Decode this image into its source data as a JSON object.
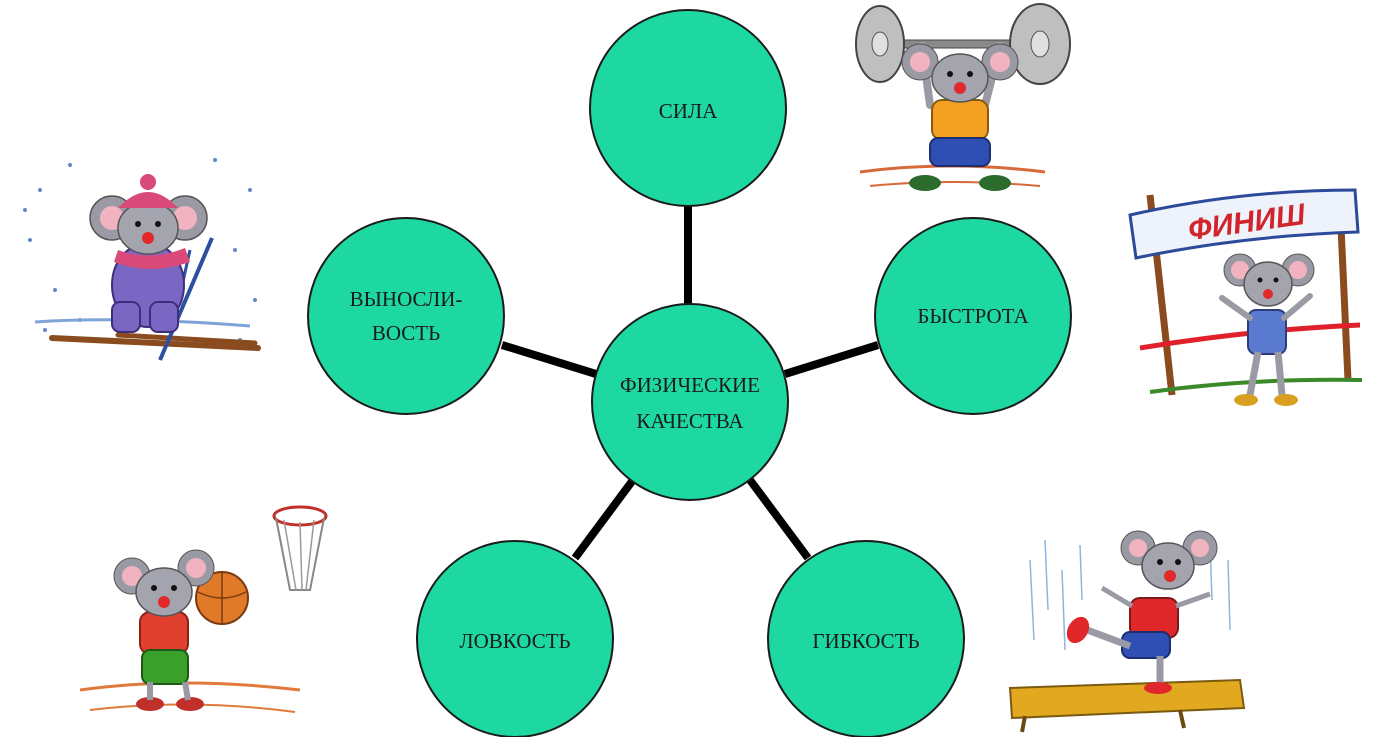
{
  "diagram": {
    "center": {
      "line1": "ФИЗИЧЕСКИЕ",
      "line2": "КАЧЕСТВА"
    },
    "nodes": {
      "strength": "СИЛА",
      "speed": "БЫСТРОТА",
      "flexibility": "ГИБКОСТЬ",
      "agility": "ЛОВКОСТЬ",
      "endurance": {
        "line1": "ВЫНОСЛИ-",
        "line2": "ВОСТЬ"
      }
    }
  },
  "illustrations": {
    "finish_banner": "ФИНИШ"
  },
  "colors": {
    "circle_fill": "#1ed8a2",
    "circle_stroke": "#1a1a1a",
    "connector": "#000000",
    "mouse_fur": "#9a9aa4",
    "banner_text": "#d2252b"
  }
}
